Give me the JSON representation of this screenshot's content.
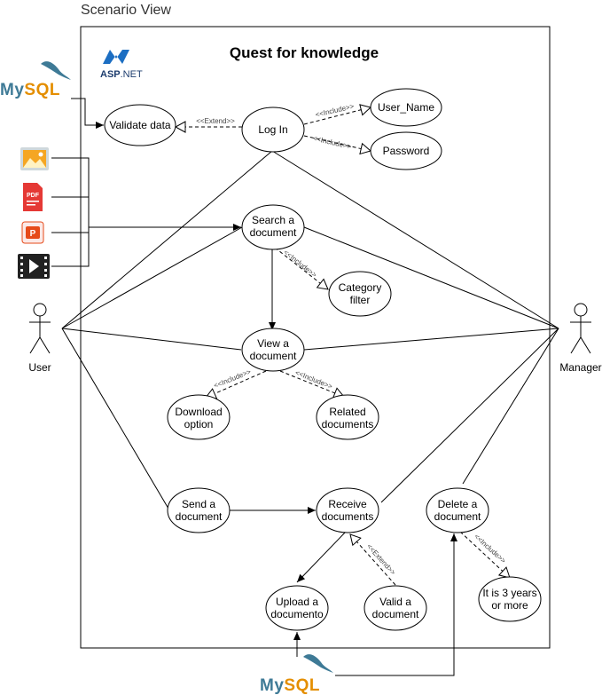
{
  "scenario_label": "Scenario View",
  "system_title": "Quest for knowledge",
  "aspnet_logo": {
    "asp": "ASP",
    "net": ".NET"
  },
  "mysql_logo": {
    "my": "My",
    "sql": "SQL"
  },
  "actors": {
    "user": "User",
    "manager": "Manager"
  },
  "use_cases": {
    "validate_data": [
      "Validate data"
    ],
    "log_in": [
      "Log In"
    ],
    "user_name": [
      "User_Name"
    ],
    "password": [
      "Password"
    ],
    "search_document": [
      "Search a",
      "document"
    ],
    "category_filter": [
      "Category",
      "filter"
    ],
    "view_document": [
      "View a",
      "document"
    ],
    "download_option": [
      "Download",
      "option"
    ],
    "related_documents": [
      "Related",
      "documents"
    ],
    "send_document": [
      "Send a",
      "document"
    ],
    "receive_documents": [
      "Receive",
      "documents"
    ],
    "delete_document": [
      "Delete a",
      "document"
    ],
    "three_years": [
      "It is 3 years",
      "or more"
    ],
    "upload_document": [
      "Upload a",
      "documento"
    ],
    "valid_document": [
      "Valid a",
      "document"
    ]
  },
  "relations": {
    "include": "<<Include>>",
    "extend": "<<Extend>>"
  },
  "file_icons": {
    "pdf": "PDF",
    "ppt": "P"
  },
  "colors": {
    "mysql_blue": "#3e7a96",
    "mysql_orange": "#e48e00",
    "aspnet_blue": "#1c6ec2",
    "pdf_red": "#e53935",
    "ppt_orange": "#e64a19",
    "image_orange": "#f5a623"
  }
}
